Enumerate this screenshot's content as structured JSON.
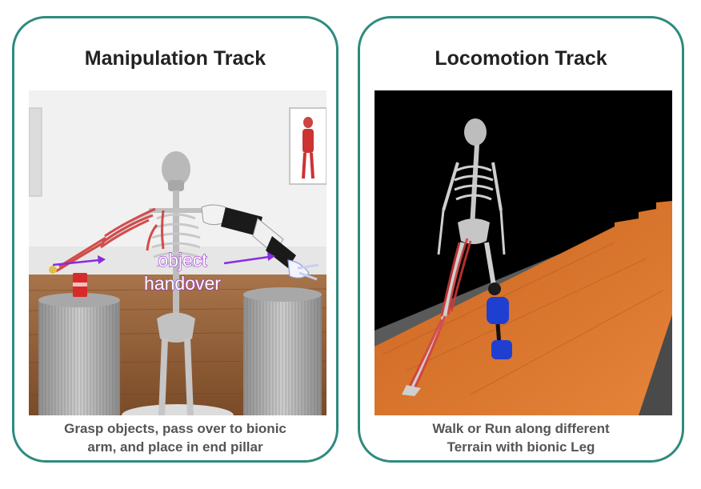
{
  "manipulation": {
    "title": "Manipulation Track",
    "overlay_line1": "object",
    "overlay_line2": "handover",
    "caption_line1": "Grasp objects, pass over to bionic",
    "caption_line2": "arm, and place in end pillar"
  },
  "locomotion": {
    "title": "Locomotion Track",
    "caption_line1": "Walk or Run along different",
    "caption_line2": "Terrain with bionic Leg"
  },
  "colors": {
    "border": "#2e8b7d",
    "arrow": "#8a2be2",
    "muscle": "#d33a3a",
    "bionic_leg": "#1f3fd1",
    "terrain": "#d9742c"
  }
}
